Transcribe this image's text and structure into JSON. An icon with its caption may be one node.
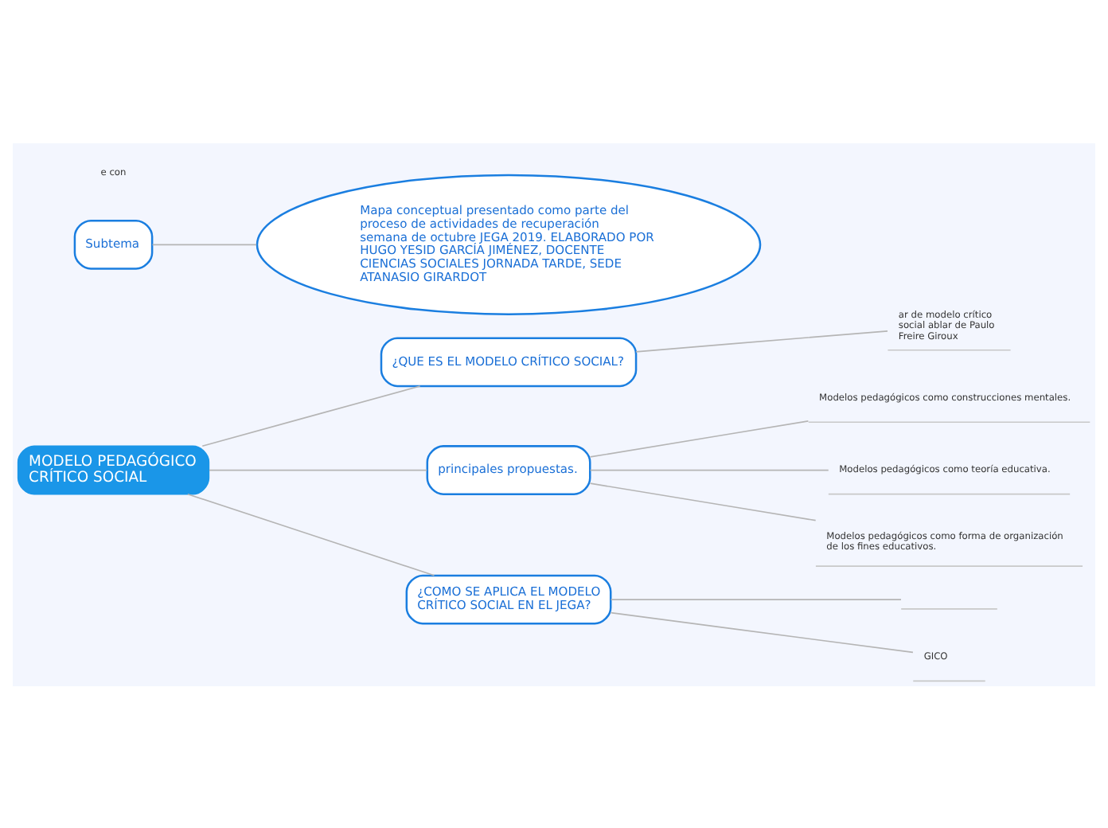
{
  "diagram": {
    "nodes": [
      {
        "text": [
          "MODELO PEDAGÓGICO CRÍTICO SOCIAL"
        ]
      },
      {
        "text": [
          "¿QUE ES EL MODELO CRÍTICO SOCIAL?"
        ]
      },
      {
        "text": [
          "ar de modelo crítico social ablar de Paulo Freire Giroux"
        ]
      },
      {
        "text": [
          "principales propuestas."
        ]
      },
      {
        "text": [
          "Modelos pedagógicos como construcciones mentales."
        ]
      },
      {
        "text": [
          "Modelos pedagógicos como teoría educativa."
        ]
      },
      {
        "text": [
          "Modelos pedagógicos como forma de organización de los fines educativos."
        ]
      },
      {
        "text": [
          "¿COMO SE APLICA EL MODELO CRÍTICO SOCIAL EN EL JEGA?"
        ]
      },
      {
        "text": [],
        "shape": "box"
      },
      {
        "text": [
          "GICO"
        ]
      },
      {
        "text": [
          "Subtema"
        ]
      },
      {
        "text": [
          "Mapa conceptual presentado como parte del proceso de actividades de recuperación semana de octubre JEGA 2019. ELABORADO POR HUGO YESID GARCÍA JIMÉNEZ, DOCENTE CIENCIAS SOCIALES JORNADA TARDE, SEDE ATANASIO GIRARDOT"
        ]
      }
    ],
    "edges": [
      {
        "from": 0,
        "to": 1,
        "arrow": "none"
      },
      {
        "from": 1,
        "to": 2,
        "arrow": "none"
      },
      {
        "from": 0,
        "to": 3,
        "arrow": "none"
      },
      {
        "from": 3,
        "to": 4,
        "arrow": "none"
      },
      {
        "from": 3,
        "to": 5,
        "arrow": "none"
      },
      {
        "from": 3,
        "to": 6,
        "arrow": "none"
      },
      {
        "from": 0,
        "to": 7,
        "arrow": "none"
      },
      {
        "from": 7,
        "to": 8,
        "arrow": "none"
      },
      {
        "from": 7,
        "to": 9,
        "arrow": "none"
      },
      {
        "from": 10,
        "to": 11,
        "arrow": "none"
      }
    ],
    "labels": [
      "e con"
    ]
  }
}
